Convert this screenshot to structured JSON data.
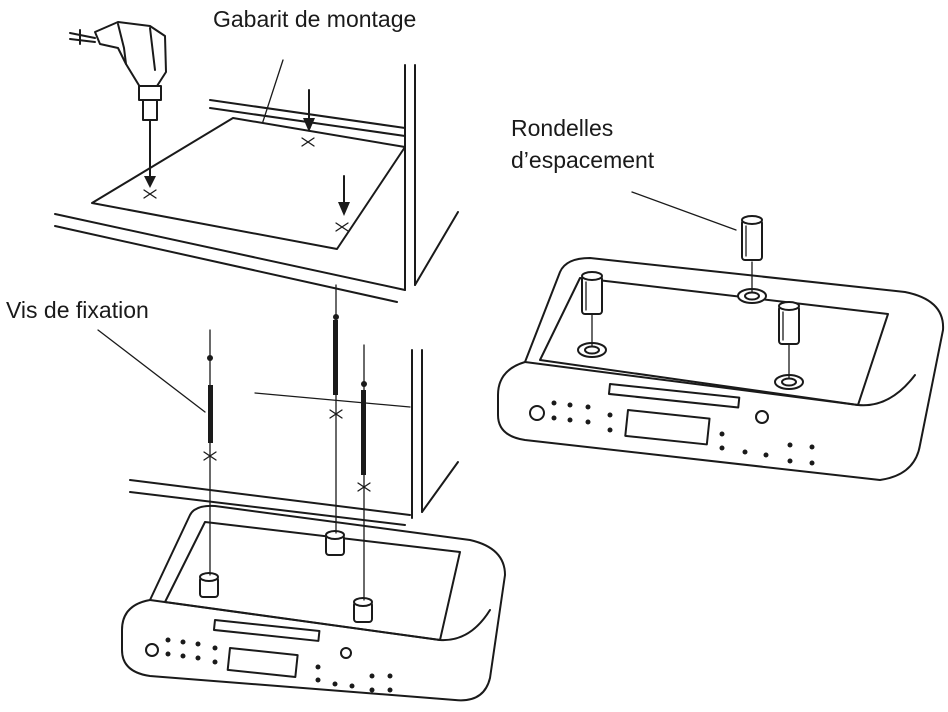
{
  "labels": {
    "template": "Gabarit de montage",
    "spacers_line1": "Rondelles",
    "spacers_line2": "d’espacement",
    "screws": "Vis de fixation"
  }
}
